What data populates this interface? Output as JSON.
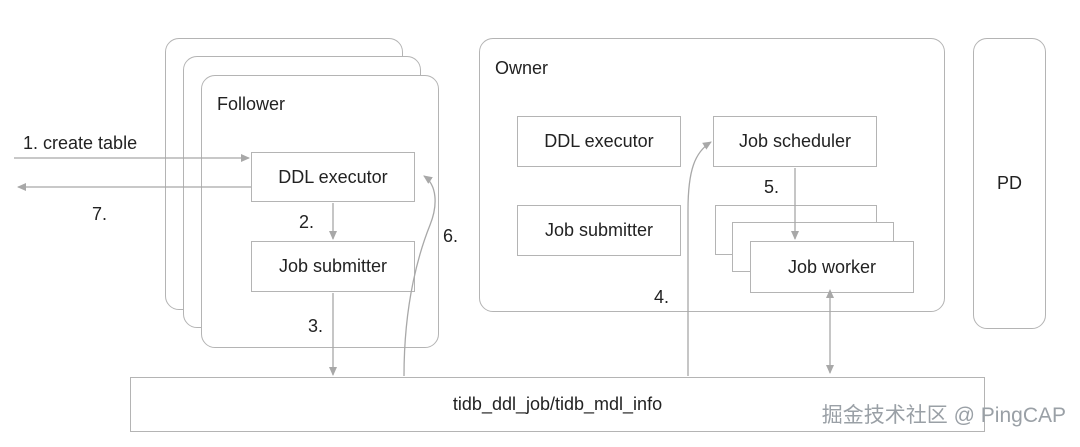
{
  "follower": {
    "title": "Follower",
    "ddl_executor": "DDL executor",
    "job_submitter": "Job submitter"
  },
  "owner": {
    "title": "Owner",
    "ddl_executor": "DDL executor",
    "job_scheduler": "Job scheduler",
    "job_submitter": "Job submitter",
    "job_worker": "Job worker"
  },
  "pd": {
    "label": "PD"
  },
  "storage": {
    "label": "tidb_ddl_job/tidb_mdl_info"
  },
  "steps": {
    "s1": "1. create table",
    "s2": "2.",
    "s3": "3.",
    "s4": "4.",
    "s5": "5.",
    "s6": "6.",
    "s7": "7."
  },
  "watermark": "掘金技术社区 @ PingCAP"
}
